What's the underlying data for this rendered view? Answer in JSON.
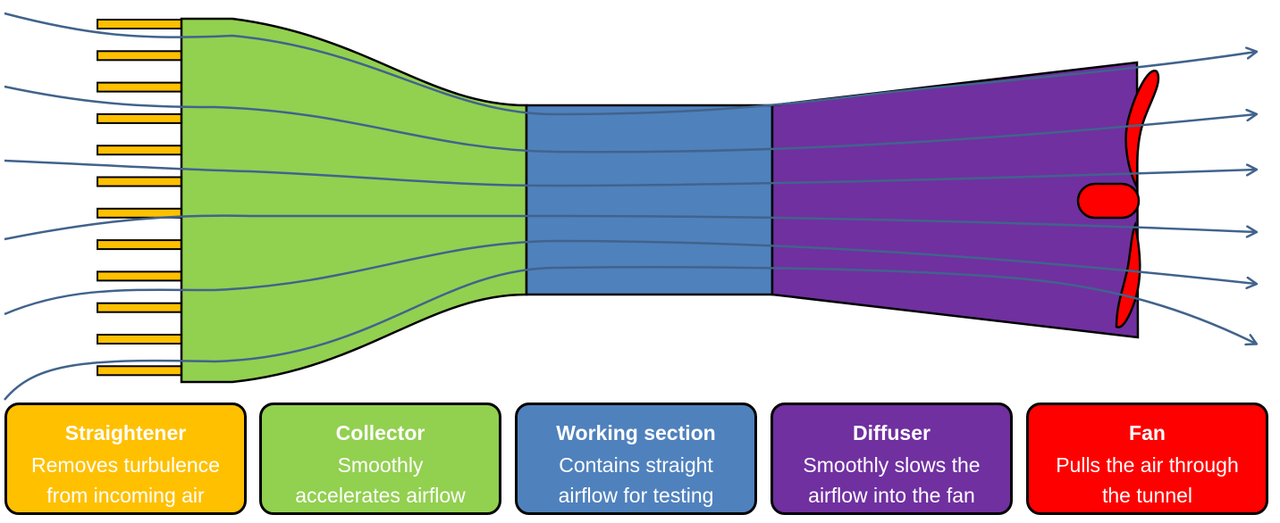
{
  "colors": {
    "straightener": "#FFC000",
    "collector": "#92D050",
    "working": "#4F81BD",
    "diffuser": "#7030A0",
    "fan": "#FF0000",
    "streamline": "#41638C",
    "outline": "#000000",
    "label_text": "#FFFFFF"
  },
  "legend": {
    "straightener": {
      "title": "Straightener",
      "desc_line1": "Removes turbulence",
      "desc_line2": "from incoming air"
    },
    "collector": {
      "title": "Collector",
      "desc_line1": "Smoothly",
      "desc_line2": "accelerates airflow"
    },
    "working": {
      "title": "Working section",
      "desc_line1": "Contains straight",
      "desc_line2": "airflow for testing"
    },
    "diffuser": {
      "title": "Diffuser",
      "desc_line1": "Smoothly slows the",
      "desc_line2": "airflow into the fan"
    },
    "fan": {
      "title": "Fan",
      "desc_line1": "Pulls the air through",
      "desc_line2": "the tunnel"
    }
  }
}
